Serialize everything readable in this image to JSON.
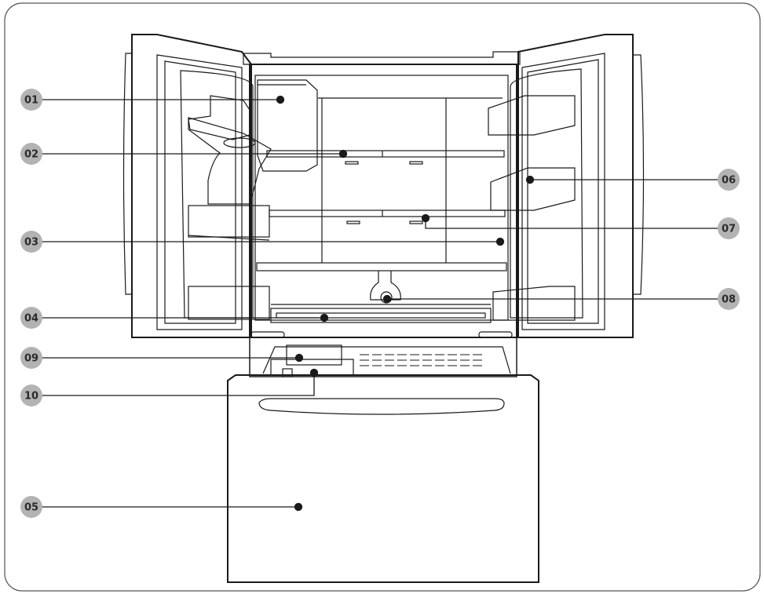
{
  "diagram": {
    "callouts": [
      {
        "label": "01"
      },
      {
        "label": "02"
      },
      {
        "label": "03"
      },
      {
        "label": "04"
      },
      {
        "label": "05"
      },
      {
        "label": "06"
      },
      {
        "label": "07"
      },
      {
        "label": "08"
      },
      {
        "label": "09"
      },
      {
        "label": "10"
      }
    ],
    "colors": {
      "outline": "#1a1a1a",
      "badge_fill": "#b3b3b3",
      "badge_text": "#2b2b2b",
      "frame_border": "#555555"
    }
  }
}
